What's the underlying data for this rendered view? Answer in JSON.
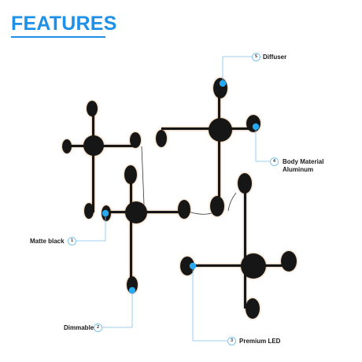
{
  "title": "FEATURES",
  "colors": {
    "accent": "#1e90e8",
    "dot": "#29a9f2",
    "leader": "#7ec3ee",
    "fixture": "#141414",
    "glow": "#c08a52"
  },
  "features": [
    {
      "number": "5",
      "label": "Diffuser"
    },
    {
      "number": "4",
      "label": "Body Material",
      "label_line2": "Aluminum"
    },
    {
      "number": "1",
      "label": "Matte black"
    },
    {
      "number": "2",
      "label": "Dimmable"
    },
    {
      "number": "3",
      "label": "Premium LED"
    }
  ]
}
